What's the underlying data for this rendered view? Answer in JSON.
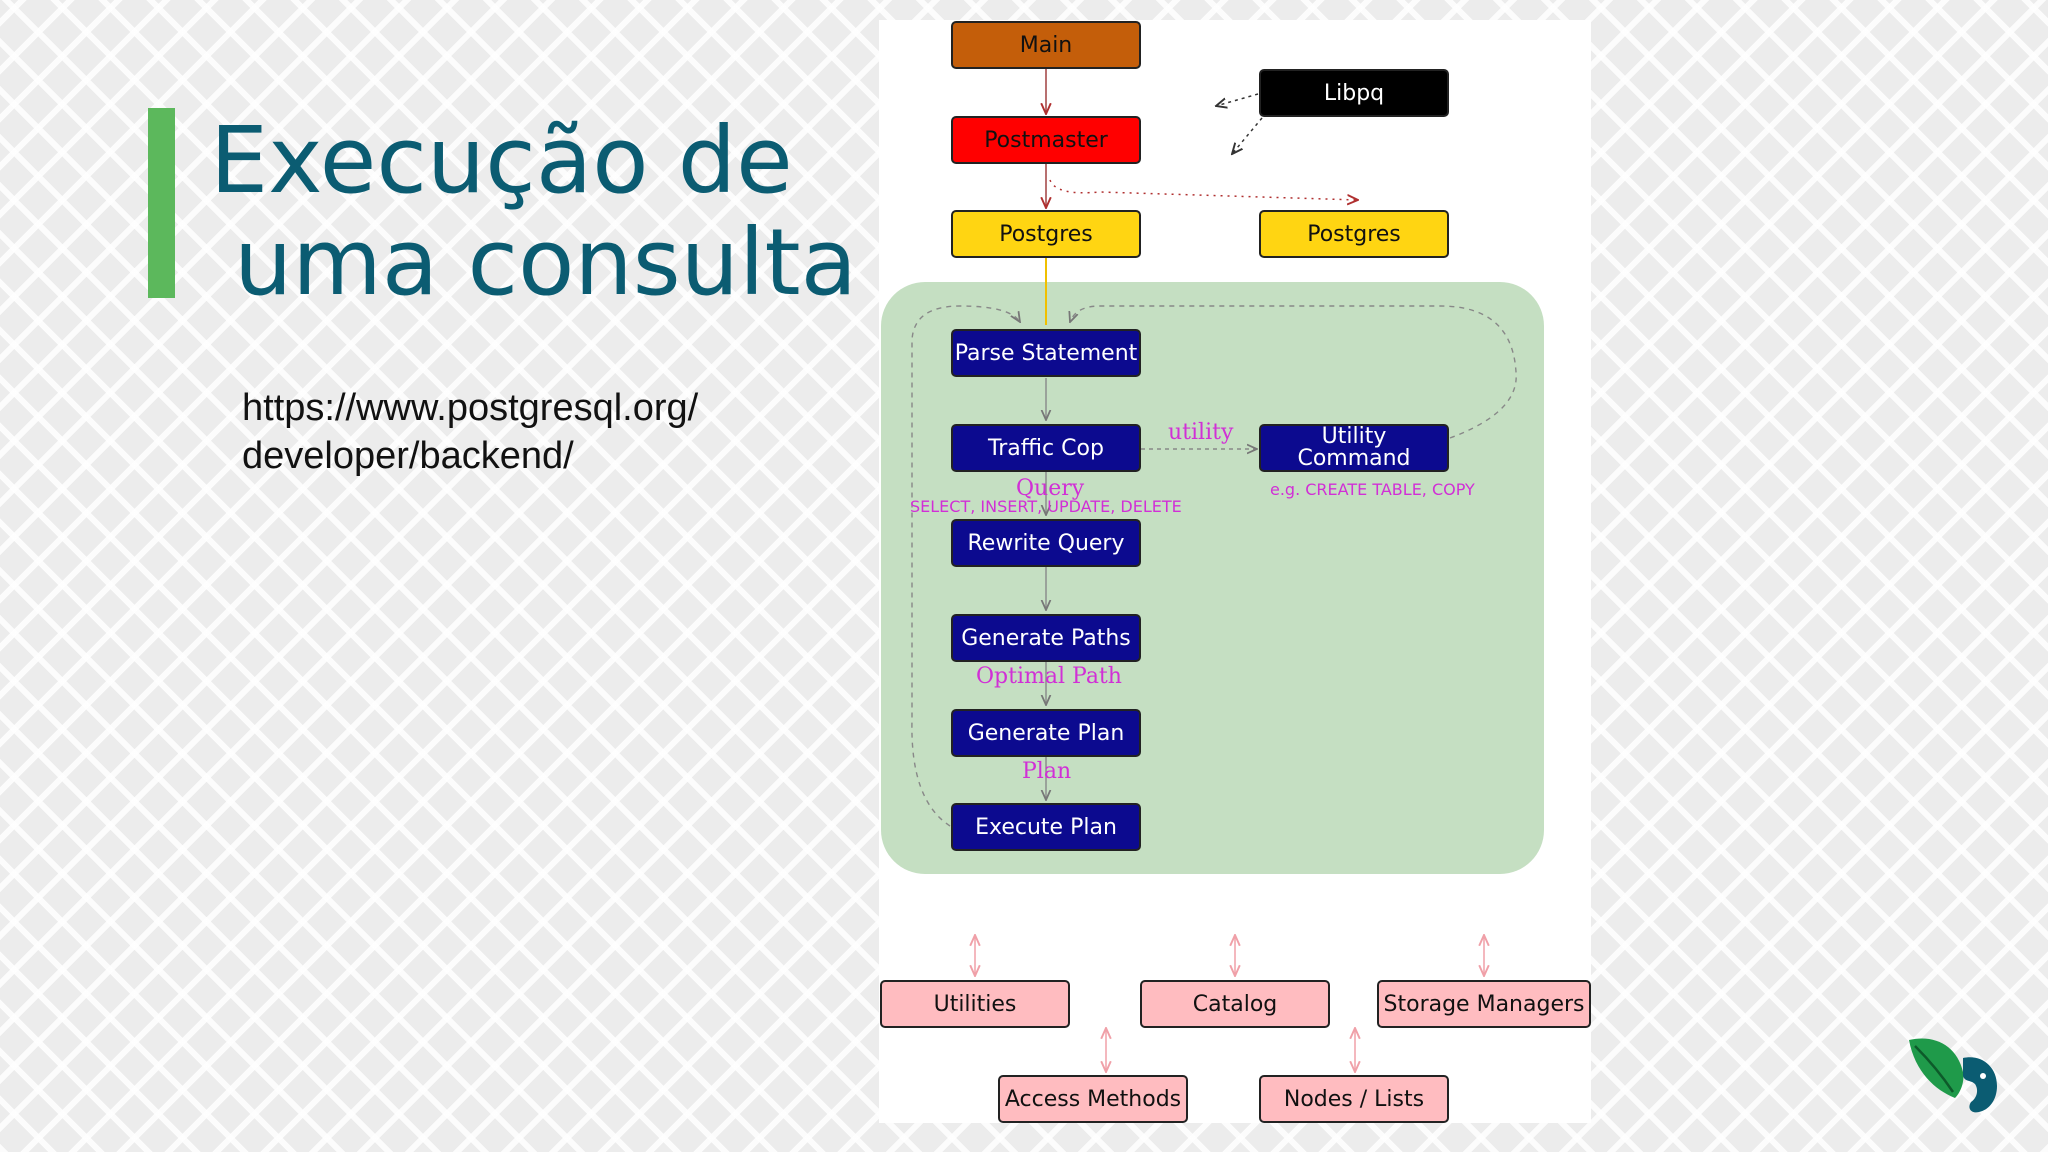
{
  "slide": {
    "title_line1": "Execução de",
    "title_line2": "uma consulta",
    "url_line1": "https://www.postgresql.org/",
    "url_line2": "developer/backend/"
  },
  "colors": {
    "title": "#0b5c72",
    "accent_bar": "#5cb85c",
    "green_region": "#c5dfc2",
    "main": "#c45e0a",
    "postmaster": "#ff0000",
    "postgres": "#ffd512",
    "libpq": "#000000",
    "stage": "#0c0a8f",
    "subsystem": "#ffbcc0",
    "edge_label": "#d12fd6"
  },
  "diagram": {
    "nodes": {
      "main": "Main",
      "postmaster": "Postmaster",
      "libpq": "Libpq",
      "postgres_a": "Postgres",
      "postgres_b": "Postgres",
      "parse_statement": "Parse Statement",
      "traffic_cop": "Traffic Cop",
      "utility_command_line1": "Utility",
      "utility_command_line2": "Command",
      "rewrite_query": "Rewrite Query",
      "generate_paths": "Generate Paths",
      "generate_plan": "Generate Plan",
      "execute_plan": "Execute Plan",
      "utilities": "Utilities",
      "catalog": "Catalog",
      "storage_managers": "Storage Managers",
      "access_methods": "Access Methods",
      "nodes_lists": "Nodes / Lists"
    },
    "edge_labels": {
      "utility": "utility",
      "query": "Query",
      "query_types": "SELECT, INSERT, UPDATE, DELETE",
      "utility_examples": "e.g. CREATE TABLE, COPY",
      "optimal_path": "Optimal Path",
      "plan": "Plan"
    }
  },
  "logo": {
    "icon": "elephant-leaf-logo"
  }
}
